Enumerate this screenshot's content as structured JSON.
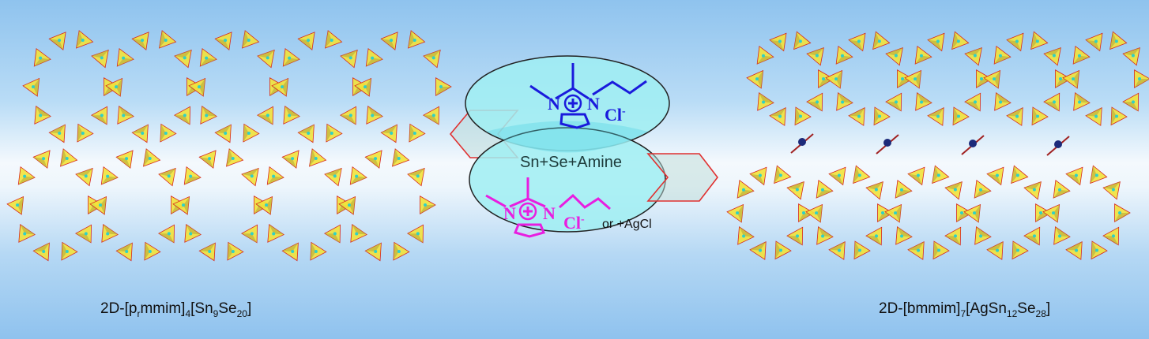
{
  "left_structure": {
    "label_parts": [
      "2D-[p",
      "r",
      "mmim]",
      "4",
      "[Sn",
      "9",
      "Se",
      "20",
      "]"
    ]
  },
  "right_structure": {
    "label_parts": [
      "2D-[bmmim]",
      "7",
      "[AgSn",
      "12",
      "Se",
      "28",
      "]"
    ]
  },
  "center": {
    "top_cation": {
      "n1": "N",
      "n2": "N",
      "charge": "+",
      "anion": "Cl",
      "anion_charge": "-"
    },
    "reactants": "Sn+Se+Amine",
    "bottom_cation": {
      "n1": "N",
      "n2": "N",
      "charge": "+",
      "anion": "Cl",
      "anion_charge": "-"
    },
    "alternative": "or +AgCl"
  },
  "colors": {
    "polyhedra": "#f2e23a",
    "edges": "#d8261c",
    "top_cation": "#1a1adc",
    "bottom_cation": "#e81ee0",
    "ellipse_fill": "#a8eef2",
    "arrow": "#e03030",
    "ag_atom": "#1c2a7a"
  }
}
